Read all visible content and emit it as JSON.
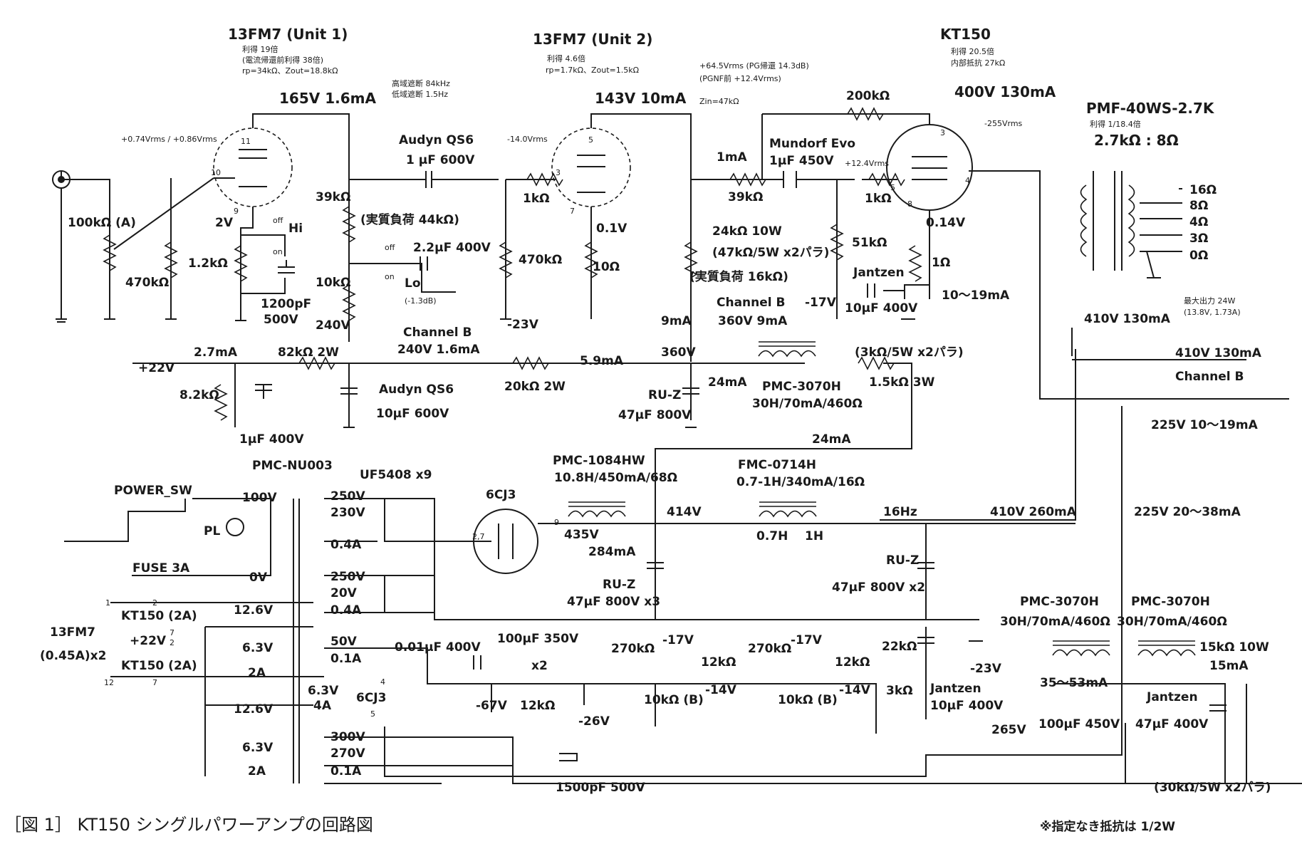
{
  "tubes": {
    "v1": {
      "name": "13FM7 (Unit 1)",
      "gain": "利得  19倍",
      "gain_pre_fb": "(電流帰還前利得  38倍)",
      "rp": "rp=34kΩ、Zout=18.8kΩ",
      "op": "165V 1.6mA",
      "pins": [
        "11",
        "10",
        "9"
      ]
    },
    "v2": {
      "name": "13FM7 (Unit 2)",
      "gain": "利得     4.6倍",
      "rp": "rp=1.7kΩ、Zout=1.5kΩ",
      "op": "143V 10mA",
      "pins": [
        "5",
        "3",
        "7"
      ]
    },
    "v3": {
      "name": "KT150",
      "gain": "利得          20.5倍",
      "rint": "内部抵抗   27kΩ",
      "op": "400V 130mA",
      "pins": [
        "3",
        "4",
        "5",
        "8"
      ]
    },
    "rect": {
      "name": "6CJ3",
      "pins": [
        "2,7",
        "9"
      ]
    }
  },
  "freq": {
    "hi": "高域遮断  84kHz",
    "lo": "低域遮断  1.5Hz"
  },
  "signal": {
    "input_level": "+0.74Vrms / +0.86Vrms",
    "v2_grid": "-14.0Vrms",
    "drive": "+64.5Vrms (PG帰還 14.3dB)",
    "drive_pgnf": "(PGNF前 +12.4Vrms)",
    "zin": "Zin=47kΩ",
    "kt_grid": "+12.4Vrms",
    "out_level": "-255Vrms"
  },
  "labels": {
    "vol": "100kΩ (A)",
    "r470k_in": "470kΩ",
    "v1_bias": "2V",
    "hi": "Hi",
    "off1": "off",
    "on1": "on",
    "r1k2": "1.2kΩ",
    "c1200": "1200pF",
    "c1200v": "500V",
    "coup1": "Audyn QS6",
    "coup1v": "1 μF 600V",
    "r39k": "39kΩ",
    "eff_load": "(実質負荷 44kΩ)",
    "off2": "off",
    "on2": "on",
    "c2u2": "2.2μF 400V",
    "lo": "Lo",
    "lo_db": "(-1.3dB)",
    "r10k": "10kΩ",
    "v240": "240V",
    "chb1": "Channel B",
    "chb1v": "240V 1.6mA",
    "r1k_g": "1kΩ",
    "r470k_g": "470kΩ",
    "neg23": "-23V",
    "v2_k": "0.1V",
    "r10": "10Ω",
    "i1": "1mA",
    "r39k_b": "39kΩ",
    "mundorf": "Mundorf Evo",
    "mundorfv": "1μF 450V",
    "r200k": "200kΩ",
    "r1k_kt": "1kΩ",
    "r51k": "51kΩ",
    "jantzen1": "Jantzen",
    "jantzen1v": "10μF 400V",
    "neg17": "-17V",
    "kt_k": "0.14V",
    "r1": "1Ω",
    "ik": "10〜19mA",
    "r24k": "24kΩ  10W",
    "r24k_b": "(47kΩ/5W x2パラ)",
    "r24k_c": "(実質負荷  16kΩ)",
    "i9": "9mA",
    "v360": "360V",
    "chb2": "Channel B",
    "chb2v": "360V 9mA",
    "v22": "+22V",
    "i2_7": "2.7mA",
    "r82k": "82kΩ  2W",
    "r8k2": "8.2kΩ",
    "c1u": "1μF 400V",
    "audyn2": "Audyn QS6",
    "audyn2v": "10μF 600V",
    "i5_9": "5.9mA",
    "r20k": "20kΩ 2W",
    "ruz1": "RU-Z",
    "ruz1v": "47μF 800V",
    "i24": "24mA",
    "pmc1": "PMC-3070H",
    "pmc1v": "30H/70mA/460Ω",
    "r1k5a": "(3kΩ/5W x2パラ)",
    "r1k5": "1.5kΩ 3W",
    "i24b": "24mA",
    "opt": "PMF-40WS-2.7K",
    "opt_ratio": "利得  1/18.4倍",
    "opt_imp": "2.7kΩ : 8Ω",
    "taps": [
      "16Ω",
      "8Ω",
      "4Ω",
      "3Ω",
      "0Ω"
    ],
    "maxout": "最大出力  24W",
    "maxout2": "(13.8V, 1.73A)",
    "b410": "410V 130mA",
    "b410b": "410V 130mA",
    "chb3": "Channel B",
    "b225": "225V 10〜19mA",
    "pt": "PMC-NU003",
    "diodes": "UF5408 x9",
    "pwsw": "POWER_SW",
    "v100": "100V",
    "pl": "PL",
    "fuse": "FUSE 3A",
    "v0": "0V",
    "sec": [
      "250V",
      "230V",
      "0.4A",
      "250V",
      "20V",
      "0.4A",
      "12.6V",
      "6.3V",
      "2A",
      "50V",
      "0.1A",
      "6.3V",
      "4A",
      "12.6V",
      "6.3V",
      "2A",
      "300V",
      "270V",
      "0.1A"
    ],
    "fil_kt1": "KT150 (2A)",
    "fil_22": "+22V",
    "fil_kt2": "KT150 (2A)",
    "fil_13": "13FM7",
    "fil_13b": "(0.45A)x2",
    "fil_6cj3": "6CJ3",
    "pn": [
      "1",
      "2",
      "7",
      "2",
      "12",
      "7",
      "4",
      "5"
    ],
    "ch1": "PMC-1084HW",
    "ch1v": "10.8H/450mA/68Ω",
    "v435": "435V",
    "i284": "284mA",
    "v414": "414V",
    "ch2": "FMC-0714H",
    "ch2v": "0.7-1H/340mA/16Ω",
    "h07": "0.7H",
    "h1": "1H",
    "hz": "16Hz",
    "v410": "410V 260mA",
    "v225b": "225V 20〜38mA",
    "ruz2": "RU-Z",
    "ruz2v": "47μF 800V x3",
    "ruz3": "RU-Z",
    "ruz3v": "47μF 800V x2",
    "c001": "0.01μF 400V",
    "c100": "100μF 350V",
    "x2": "x2",
    "n67": "-67V",
    "r12k": "12kΩ",
    "n26": "-26V",
    "r270k": "270kΩ",
    "n17a": "-17V",
    "r12ka": "12kΩ",
    "n14a": "-14V",
    "r10kb": "10kΩ (B)",
    "r270k2": "270kΩ",
    "n17b": "-17V",
    "r12kb": "12kΩ",
    "n14b": "-14V",
    "r10kb2": "10kΩ (B)",
    "r22k": "22kΩ",
    "r3k": "3kΩ",
    "n23b": "-23V",
    "jantzen2": "Jantzen",
    "jantzen2v": "10μF 400V",
    "c1500": "1500pF 500V",
    "pmc2": "PMC-3070H",
    "pmc2v": "30H/70mA/460Ω",
    "pmc3": "PMC-3070H",
    "pmc3v": "30H/70mA/460Ω",
    "i35": "35〜53mA",
    "c100b": "100μF 450V",
    "v265": "265V",
    "jantzen3": "Jantzen",
    "jantzen3v": "47μF 400V",
    "r15k": "15kΩ 10W",
    "i15": "15mA",
    "r15kb": "(30kΩ/5W x2パラ)"
  },
  "caption": "［図 1］ KT150 シングルパワーアンプの回路図",
  "note": "※指定なき抵抗は 1/2W"
}
